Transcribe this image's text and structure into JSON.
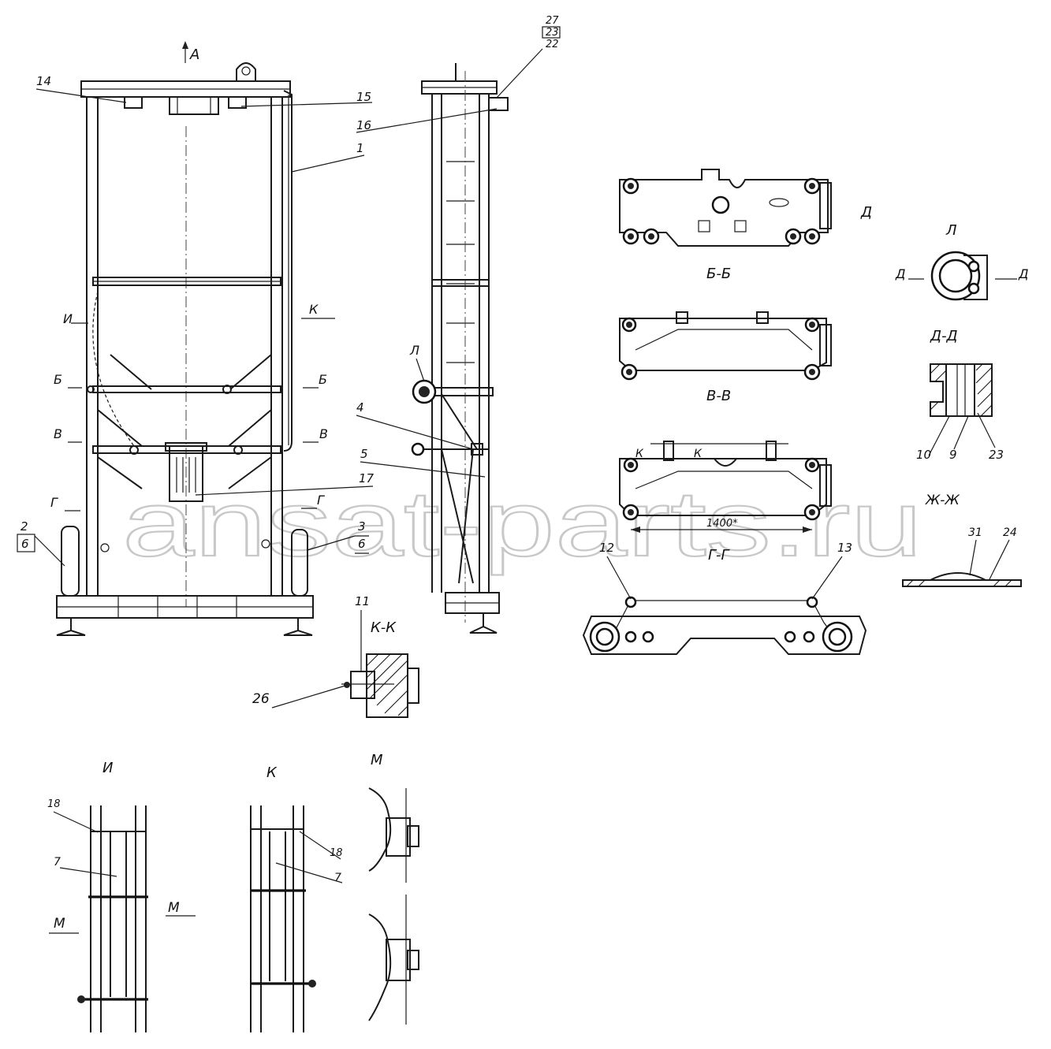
{
  "watermark": "ansat-parts.ru",
  "view_labels": {
    "view_a": "A",
    "view_d": "Д",
    "view_l": "Л",
    "section_bb": "Б-Б",
    "section_vv": "В-В",
    "section_gg": "Г-Г",
    "section_dd": "Д-Д",
    "section_zhzh": "Ж-Ж",
    "section_kk": "К-К",
    "view_i": "И",
    "view_k": "К",
    "view_m": "М"
  },
  "cut_markers": {
    "b": "Б",
    "v": "В",
    "g": "Г",
    "i": "И",
    "k": "К",
    "d": "Д",
    "m": "М",
    "l": "Л"
  },
  "dimension": "1400*",
  "callouts": {
    "p1": "1",
    "p2": "2",
    "p3": "3",
    "p4": "4",
    "p5": "5",
    "p6": "6",
    "p7": "7",
    "p9": "9",
    "p10": "10",
    "p11": "11",
    "p12": "12",
    "p13": "13",
    "p14": "14",
    "p15": "15",
    "p16": "16",
    "p17": "17",
    "p18": "18",
    "p22": "22",
    "p23": "23",
    "p24": "24",
    "p26": "26",
    "p27": "27",
    "p31": "31"
  }
}
